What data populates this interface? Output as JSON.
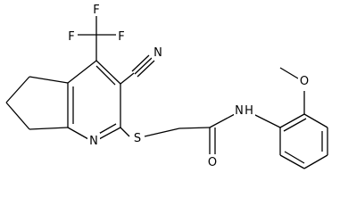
{
  "molecule": {
    "labels": {
      "fluorine_top": "F",
      "fluorine_left": "F",
      "fluorine_right": "F",
      "nitrile_nitrogen": "N",
      "pyridine_nitrogen": "N",
      "sulfur": "S",
      "carbonyl_oxygen": "O",
      "amide_nh": "N",
      "amide_h": "H",
      "methoxy_oxygen": "O"
    }
  }
}
